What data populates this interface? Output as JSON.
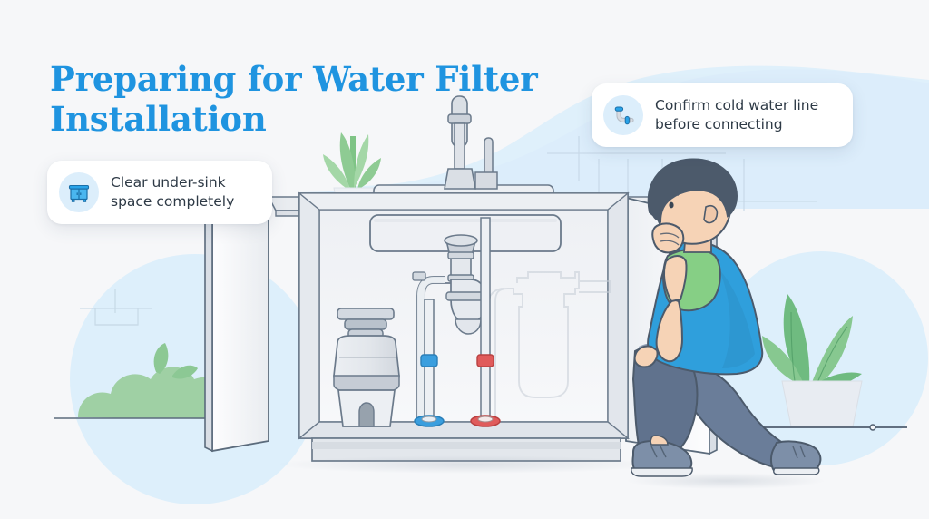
{
  "page": {
    "title_line1": "Preparing for Water Filter",
    "title_line2": "Installation",
    "title_full": "Preparing for Water Filter\nInstallation",
    "background_color": "#f6f7f9",
    "accent_color": "#1f94e0"
  },
  "callouts": [
    {
      "id": "clear-under-sink",
      "icon": "cabinet-icon",
      "text": "Clear under-sink\nspace completely",
      "line1": "Clear under-sink",
      "line2": "space completely",
      "badge_color": "#dceefb",
      "icon_color": "#29a3e8"
    },
    {
      "id": "confirm-cold-water-line",
      "icon": "pipe-elbow-icon",
      "text": "Confirm cold water line\nbefore connecting",
      "line1": "Confirm cold water line",
      "line2": "before connecting",
      "badge_color": "#dceefb",
      "icon_color": "#29a3e8"
    }
  ],
  "illustration": {
    "scene": "under-sink cabinet with kneeling person",
    "elements": [
      "kitchen-cabinet",
      "sink-basin",
      "faucet",
      "p-trap-drain",
      "garbage-disposal",
      "cold-water-supply-line",
      "hot-water-supply-line",
      "ghost-water-filter",
      "kneeling-person",
      "potted-plant-small",
      "potted-plant-large",
      "shrub"
    ],
    "colors": {
      "cabinet_body": "#f0f2f5",
      "cabinet_outline": "#5b6b7c",
      "countertop": "#e3e6ea",
      "metal_light": "#dfe3e8",
      "metal_mid": "#c3c9d1",
      "metal_dark": "#8e99a6",
      "cold_line": "#3a9ede",
      "hot_line": "#e05b5b",
      "shirt_blue": "#2f9fdc",
      "sleeve_green": "#86cf85",
      "pants_blue": "#60728d",
      "skin": "#f6d3b6",
      "hair": "#4c5a6b",
      "shoe": "#7d8fa8",
      "plant_green": "#76c08b",
      "plant_green_light": "#a6d8ac",
      "blob_blue": "#d8ecfa",
      "pot": "#e6eaf0"
    }
  }
}
